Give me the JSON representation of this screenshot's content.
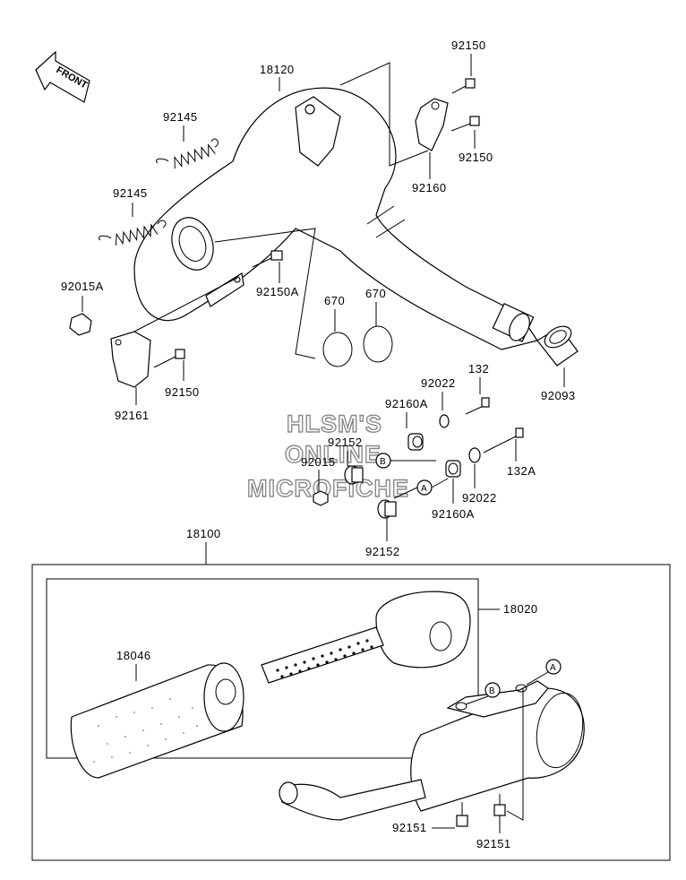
{
  "front_label": "FRONT",
  "callouts": {
    "p18120": "18120",
    "p92150_top": "92150",
    "p92145_a": "92145",
    "p92150_mid": "92150",
    "p92160": "92160",
    "p92145_b": "92145",
    "p92015A": "92015A",
    "p92150A": "92150A",
    "p670_a": "670",
    "p670_b": "670",
    "p92150_low": "92150",
    "p92161": "92161",
    "p92093": "92093",
    "p132": "132",
    "p92022_a": "92022",
    "p92160A_a": "92160A",
    "p92152_a": "92152",
    "p92015": "92015",
    "p132A": "132A",
    "p92022_b": "92022",
    "p92160A_b": "92160A",
    "p92152_b": "92152",
    "p18100": "18100",
    "p18020": "18020",
    "p18046": "18046",
    "p92151_a": "92151",
    "p92151_b": "92151"
  },
  "ref_markers": {
    "A": "A",
    "B": "B"
  },
  "watermark": {
    "line1": "HLSM'S",
    "line2": "ONLINE",
    "line3": "MICROFICHE"
  }
}
